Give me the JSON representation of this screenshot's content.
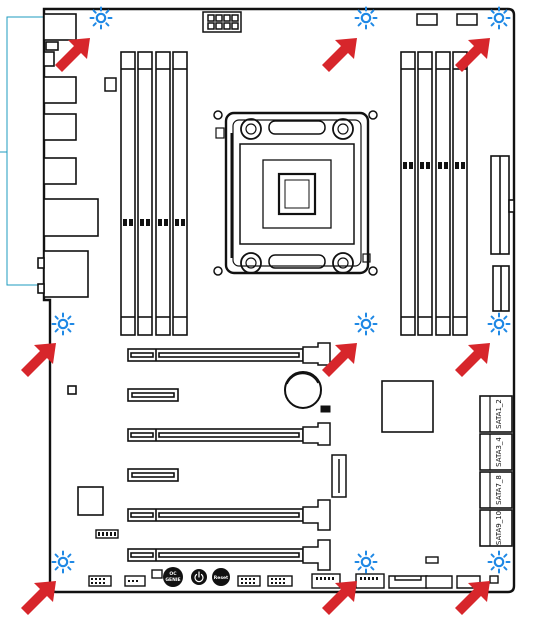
{
  "diagram": {
    "sata_labels": [
      "SATA1_2",
      "SATA3_4",
      "SATA7_8",
      "SATA9_10"
    ],
    "button_labels": {
      "oc_genie_top": "OC",
      "oc_genie_bottom": "GENIE",
      "reset": "Reset"
    },
    "colors": {
      "board_outline": "#111111",
      "mounting_hole": "#1e88e5",
      "arrow": "#d7262b",
      "io_bracket": "#1e9bbf"
    },
    "mounting_hole_count": 9,
    "icons": {
      "mounting_hole": "sparkle-circle-icon",
      "arrow": "pointer-arrow-icon",
      "power_button": "power-icon"
    }
  }
}
